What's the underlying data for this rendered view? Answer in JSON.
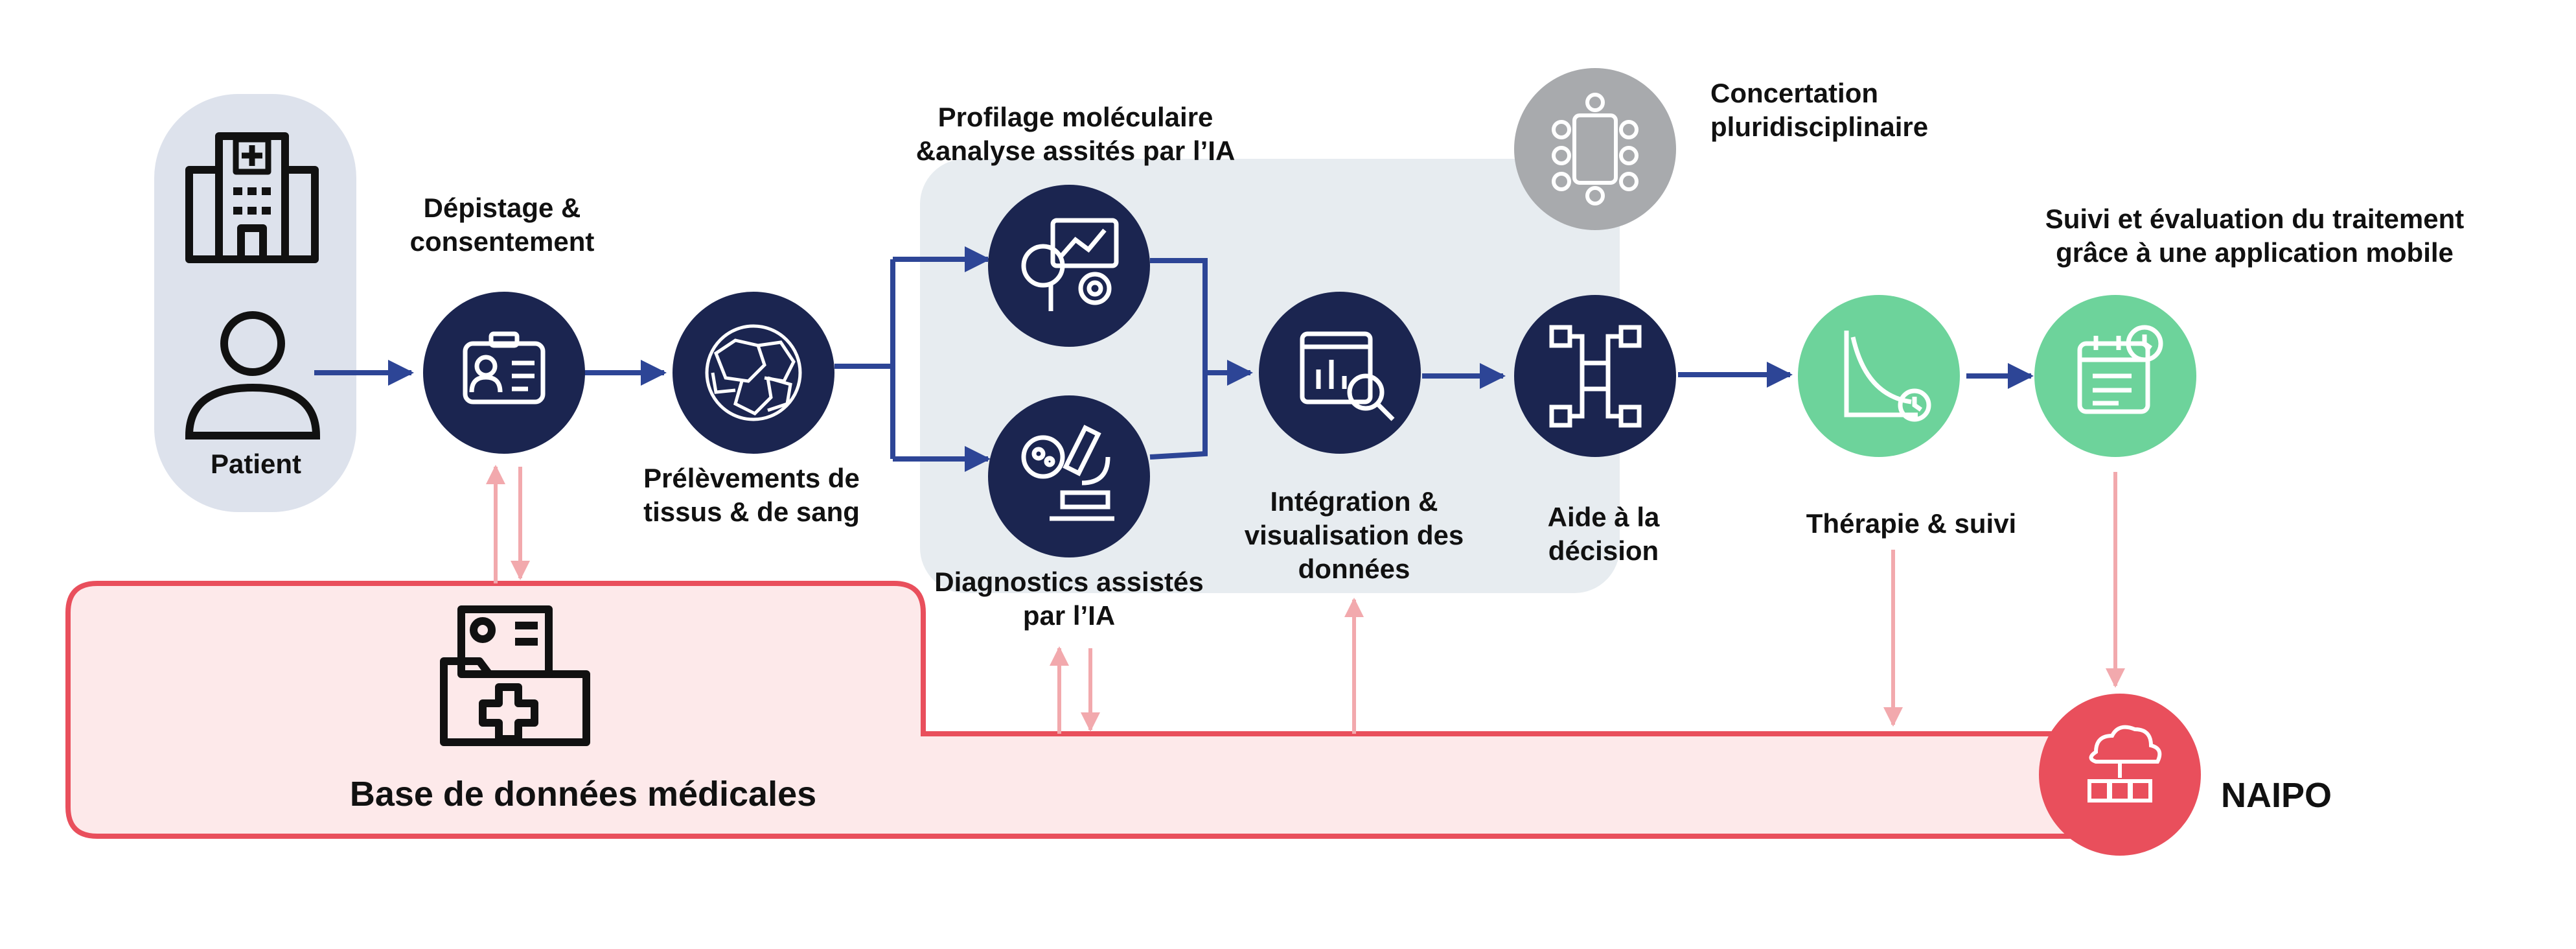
{
  "colors": {
    "navy": "#1b2550",
    "arrow": "#2d4596",
    "green": "#6dd39b",
    "gray": "#a8aaad",
    "red": "#e94f5c",
    "pink_fill": "#fde9ea",
    "pink_arrow": "#f2a9ad",
    "patient_box": "#dde2ec",
    "panel": "#e7ecf0"
  },
  "nodes": {
    "patient": {
      "label": "Patient",
      "icons": [
        "hospital-icon",
        "person-icon"
      ]
    },
    "screening": {
      "label": "Dépistage &\nconsentement",
      "icon": "id-badge-icon"
    },
    "sampling": {
      "label": "Prélèvements de\ntissus & de sang",
      "icon": "cell-sample-icon"
    },
    "profiling": {
      "label": "Profilage moléculaire\n&analyse assités par l’IA",
      "icon": "analysis-gear-icon"
    },
    "diagnostics": {
      "label": "Diagnostics assistés\npar l’IA",
      "icon": "microscope-icon"
    },
    "integration": {
      "label": "Intégration &\nvisualisation des\ndonnées",
      "icon": "dashboard-magnifier-icon"
    },
    "decision": {
      "label": "Aide à la\ndécision",
      "icon": "circuit-chip-icon"
    },
    "consultation": {
      "label": "Concertation\npluridisciplinaire",
      "icon": "meeting-table-icon"
    },
    "therapy": {
      "label": "Thérapie & suivi",
      "icon": "decay-curve-clock-icon"
    },
    "followup": {
      "label": "Suivi et évaluation du traitement\ngrâce à une application mobile",
      "icon": "calendar-clock-icon"
    },
    "database": {
      "label": "Base de données médicales",
      "icon": "medical-folder-icon"
    },
    "naipo": {
      "label": "NAIPO",
      "icon": "cloud-cubes-icon"
    }
  }
}
